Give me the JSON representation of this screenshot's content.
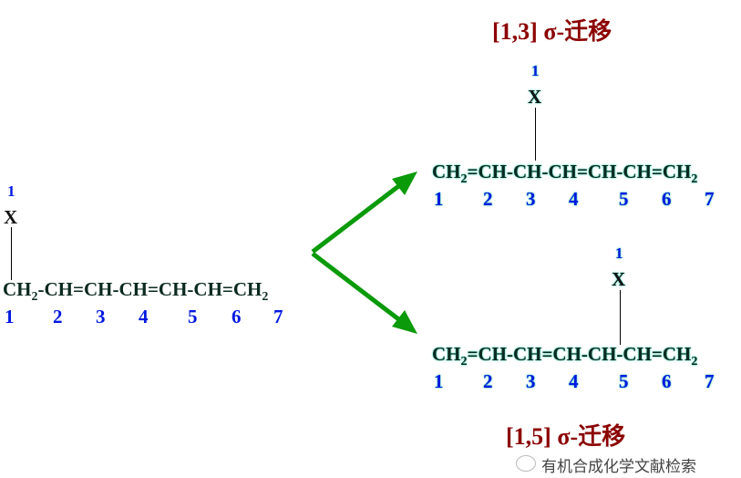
{
  "left": {
    "label_top": "1",
    "x": "X",
    "chain": [
      "CH",
      "2",
      "-CH=CH-CH=CH-CH=CH",
      "2"
    ],
    "numbers": [
      "1",
      "2",
      "3",
      "4",
      "5",
      "6",
      "7"
    ]
  },
  "top": {
    "title": "[1,3] σ-迁移",
    "label_top": "1",
    "x": "X",
    "chain": [
      "CH",
      "2",
      "=CH-CH-CH=CH-CH=CH",
      "2"
    ],
    "numbers": [
      "1",
      "2",
      "3",
      "4",
      "5",
      "6",
      "7"
    ]
  },
  "bottom": {
    "title": "[1,5] σ-迁移",
    "label_top": "1",
    "x": "X",
    "chain": [
      "CH",
      "2",
      "=CH-CH=CH-CH-CH=CH",
      "2"
    ],
    "numbers": [
      "1",
      "2",
      "3",
      "4",
      "5",
      "6",
      "7"
    ]
  },
  "watermark": "有机合成化学文献检索",
  "colors": {
    "arrow": "#0a9a0a",
    "title": "#8b0000",
    "numbers": "#0018e0"
  }
}
